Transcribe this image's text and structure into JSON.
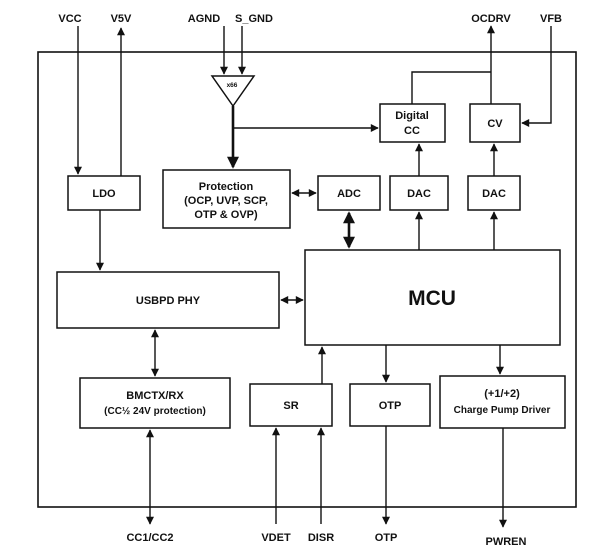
{
  "diagram": {
    "pins": {
      "vcc": "VCC",
      "v5v": "V5V",
      "agnd": "AGND",
      "sgnd": "S_GND",
      "ocdrv": "OCDRV",
      "vfb": "VFB",
      "cc": "CC1/CC2",
      "vdet": "VDET",
      "disr": "DISR",
      "otp_pin": "OTP",
      "pwren": "PWREN"
    },
    "blocks": {
      "ldo": "LDO",
      "protection1": "Protection",
      "protection2": "(OCP, UVP, SCP,",
      "protection3": "OTP & OVP)",
      "adc": "ADC",
      "dac1": "DAC",
      "dac2": "DAC",
      "digitalcc1": "Digital",
      "digitalcc2": "CC",
      "cv": "CV",
      "usbpd_phy": "USBPD PHY",
      "mcu": "MCU",
      "bmc1": "BMCTX/RX",
      "bmc2": "(CC½ 24V protection)",
      "sr": "SR",
      "otp_block": "OTP",
      "cp1": "(+1/+2)",
      "cp2": "Charge Pump Driver",
      "amp_gain": "x66"
    }
  }
}
